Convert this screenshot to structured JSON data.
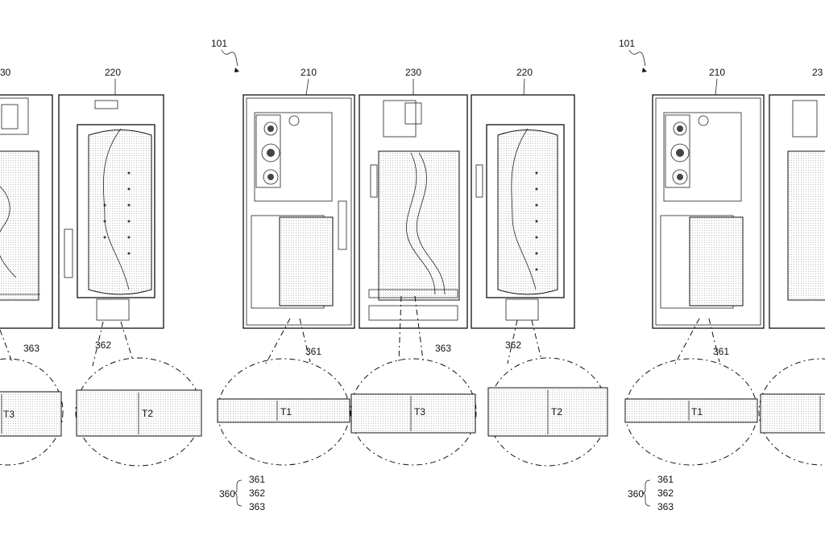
{
  "figure": {
    "ref_device": "101",
    "ref_first_housing": "210",
    "ref_hinge": "230",
    "ref_second_housing": "220",
    "ref_layer_1": "361",
    "ref_layer_2": "362",
    "ref_layer_3": "363",
    "ref_layer_group": "360",
    "thickness_1": "T1",
    "thickness_2": "T2",
    "thickness_3": "T3"
  },
  "left_partial": {
    "ref_hinge": "30",
    "ref_second_housing": "220",
    "ref_layer_3": "363",
    "ref_layer_2": "362",
    "thickness_3": "T3",
    "thickness_2": "T2"
  },
  "right_partial": {
    "ref_device": "101",
    "ref_first_housing": "210",
    "ref_hinge": "23",
    "ref_layer_1": "361",
    "thickness_1": "T1",
    "ref_layer_group": "360",
    "ref_layer_1_legend": "361",
    "ref_layer_2_legend": "362",
    "ref_layer_3_legend": "363"
  }
}
